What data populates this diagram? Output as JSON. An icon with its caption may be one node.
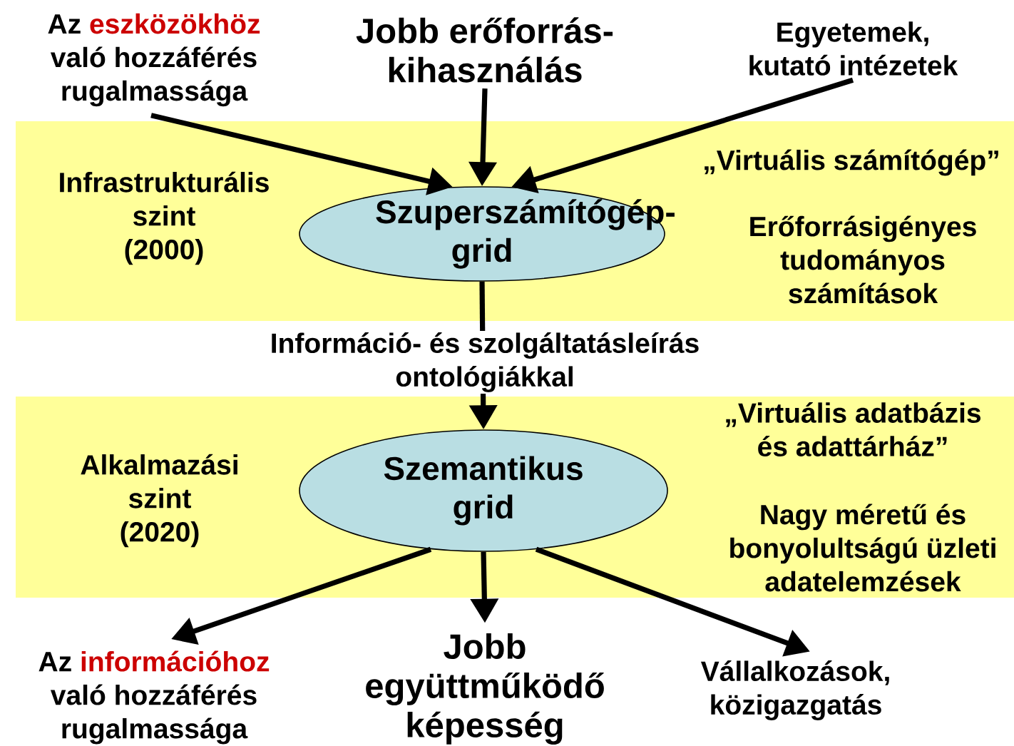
{
  "diagram": {
    "nodes": [
      {
        "text": [
          "Az **eszközökhöz** való hozzáférés rugalmassága"
        ]
      },
      {
        "text": [
          "Jobb erőforrás-kihasználás"
        ]
      },
      {
        "text": [
          "Egyetemek, kutató intézetek"
        ]
      },
      {
        "text": [
          "Infrastrukturális szint (2000)",
          "„Virtuális számítógép”",
          "Erőforrásigényes tudományos számítások"
        ]
      },
      {
        "text": [
          "Szuperszámítógép-grid"
        ],
        "in": 3
      },
      {
        "text": [
          "Alkalmazási szint (2020)",
          "„Virtuális adatbázis és adattárház”",
          "Nagy méretű és bonyolultságú üzleti adatelemzések"
        ]
      },
      {
        "text": [
          "Szemantikus grid"
        ],
        "in": 5
      },
      {
        "text": [
          "Az **információhoz** való hozzáférés rugalmassága"
        ]
      },
      {
        "text": [
          "Jobb együttműködő képesség"
        ]
      },
      {
        "text": [
          "Vállalkozások, közigazgatás"
        ]
      }
    ],
    "edges": [
      {
        "from": 0,
        "to": 4,
        "arrow": "to"
      },
      {
        "from": 1,
        "to": 4,
        "arrow": "to"
      },
      {
        "from": 2,
        "to": 4,
        "arrow": "to"
      },
      {
        "from": 4,
        "to": 6,
        "arrow": "to",
        "label": "Információ- és szolgáltatásleírás ontológiákkal"
      },
      {
        "from": 6,
        "to": 7,
        "arrow": "to"
      },
      {
        "from": 6,
        "to": 8,
        "arrow": "to"
      },
      {
        "from": 6,
        "to": 9,
        "arrow": "to"
      }
    ]
  }
}
